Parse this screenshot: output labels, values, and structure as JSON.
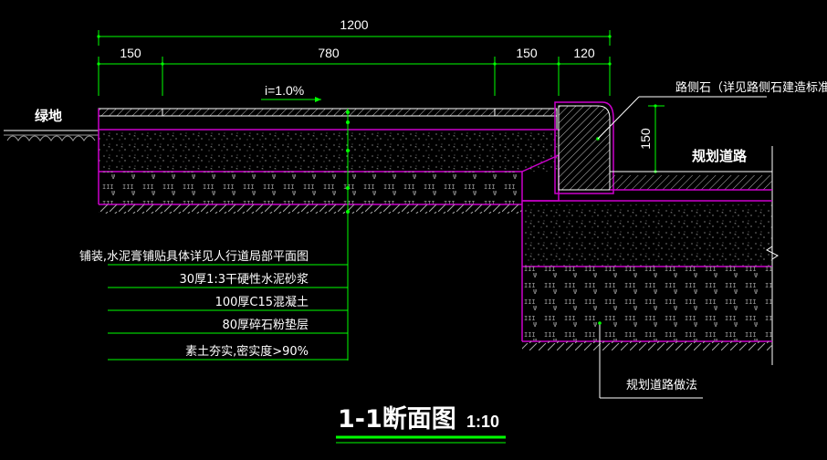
{
  "dimensions": {
    "total": "1200",
    "d1": "150",
    "d2": "780",
    "d3": "150",
    "d4": "120",
    "curb_height": "150"
  },
  "slope_label": "i=1.0%",
  "green_space_label": "绿地",
  "curb_label": "路侧石（详见路侧石建造标准）",
  "road_label": "规划道路",
  "layers": [
    "铺装,水泥膏铺贴具体详见人行道局部平面图",
    "30厚1:3干硬性水泥砂浆",
    "100厚C15混凝土",
    "80厚碎石粉垫层",
    "素土夯实,密实度>90%"
  ],
  "road_method_label": "规划道路做法",
  "title": "1-1断面图",
  "scale": "1:10",
  "colors": {
    "background": "#000000",
    "dimension": "#00ff00",
    "layer_line": "#cc00cc",
    "text": "#ffffff"
  }
}
